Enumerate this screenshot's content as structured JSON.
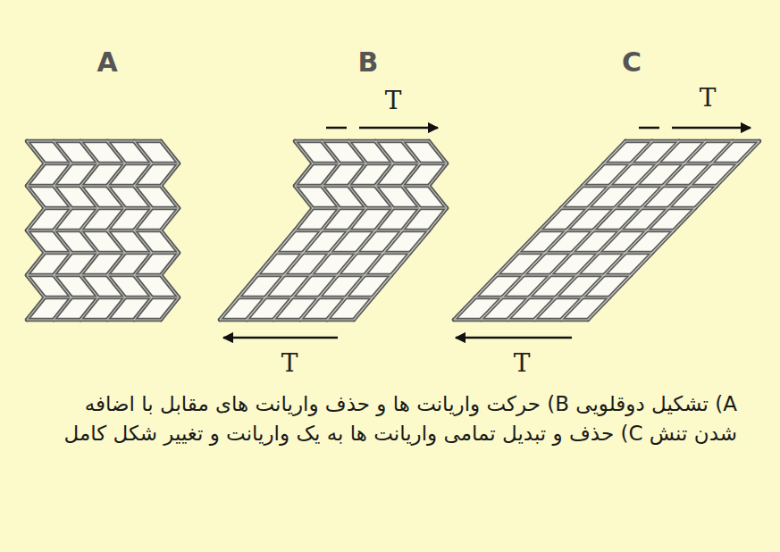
{
  "diagram": {
    "caption": "A) تشکیل دوقلویی B) حرکت واریانت ها و حذف واریانت های مقابل با اضافه شدن تنش C) حذف و تبدیل تمامی واریانت ها به یک واریانت و تغییر شکل کامل",
    "labels": [
      "A",
      "B",
      "C",
      "T",
      "T",
      "T",
      "T"
    ]
  }
}
